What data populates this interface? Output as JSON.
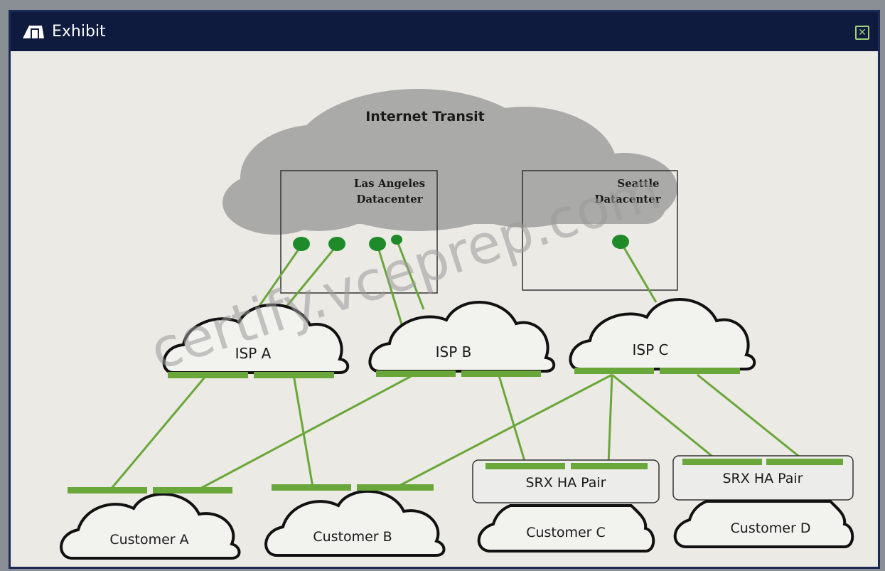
{
  "window": {
    "title": "Exhibit"
  },
  "diagram": {
    "internet_label": "Internet Transit",
    "la_dc_label_line1": "Las Angeles",
    "la_dc_label_line2": "Datacenter",
    "seattle_dc_label_line1": "Seattle",
    "seattle_dc_label_line2": "Datacenter",
    "isp_a": "ISP A",
    "isp_b": "ISP B",
    "isp_c": "ISP C",
    "customer_a": "Customer A",
    "customer_b": "Customer B",
    "customer_c": "Customer C",
    "customer_d": "Customer D",
    "srx_c": "SRX HA Pair",
    "srx_d": "SRX HA Pair",
    "watermark": "certify.vceprep.com"
  },
  "colors": {
    "link": "#6aa73a",
    "node": "#1e8a2a",
    "titlebar": "#0e1a3e"
  }
}
